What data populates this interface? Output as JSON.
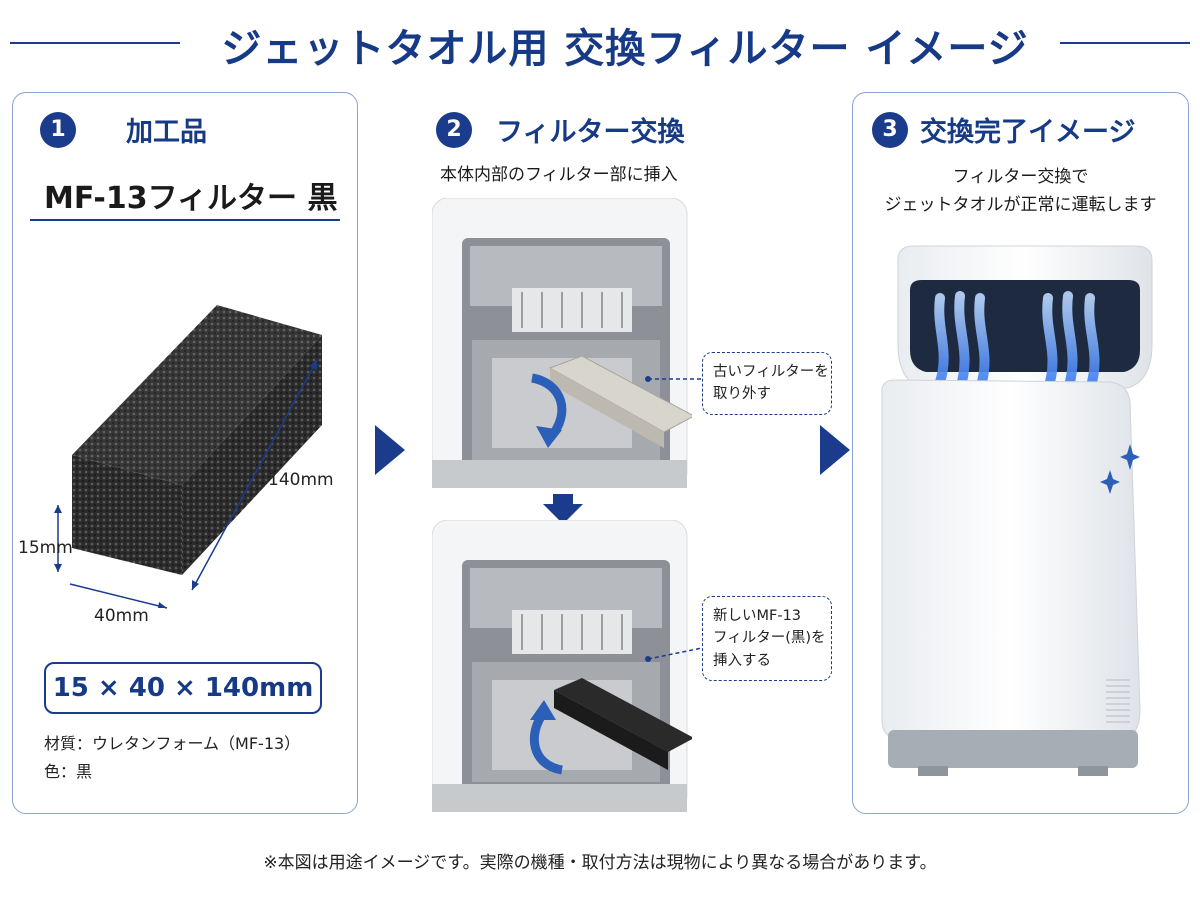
{
  "header": {
    "title": "ジェットタオル用 交換フィルター イメージ"
  },
  "step1": {
    "number": "1",
    "title": "加工品",
    "product_name": "MF-13フィルター 黒",
    "dim_length": "140mm",
    "dim_height": "15mm",
    "dim_width": "40mm",
    "size_box": "15 × 40 × 140mm",
    "material": "材質：ウレタンフォーム（MF-13）",
    "color": "色：黒"
  },
  "step2": {
    "number": "2",
    "title": "フィルター交換",
    "subtitle": "本体内部のフィルター部に挿入",
    "callout_remove": [
      "古いフィルターを",
      "取り外す"
    ],
    "callout_insert": [
      "新しいMF-13",
      "フィルター(黒)を",
      "挿入する"
    ]
  },
  "step3": {
    "number": "3",
    "title": "交換完了イメージ",
    "description": [
      "フィルター交換で",
      "ジェットタオルが正常に運転します"
    ]
  },
  "footnote": "※本図は用途イメージです。実際の機種・取付方法は現物により異なる場合があります。",
  "colors": {
    "navy": "#163a86",
    "border": "#8aa4cf",
    "arrow": "#1b3c8c",
    "foam": "#2a2a2a",
    "old_filter": "#d6d3cc",
    "air_blue": "#6aa8ff"
  }
}
